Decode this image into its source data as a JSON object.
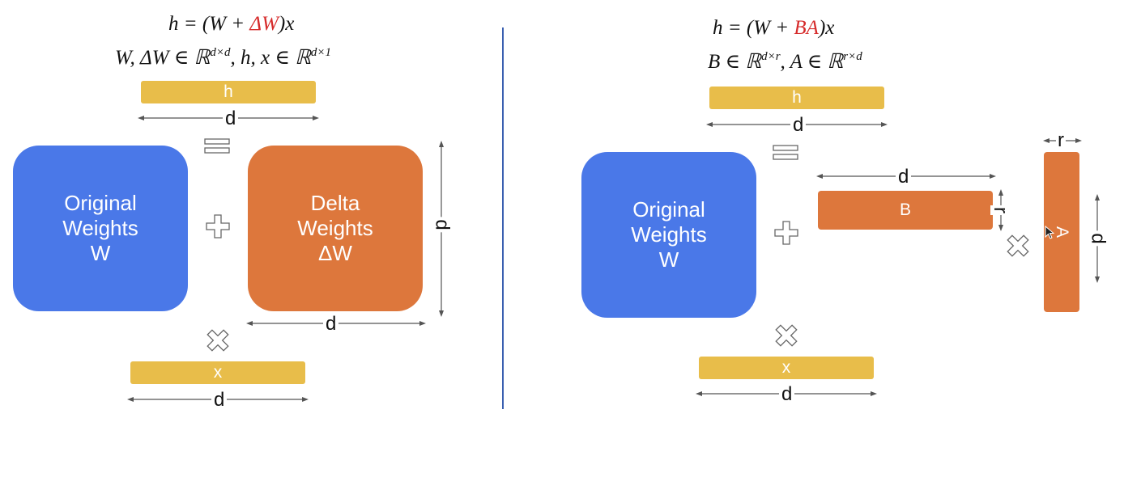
{
  "left": {
    "eq_prefix": "h = (W + ",
    "eq_highlight": "ΔW",
    "eq_suffix": ")x",
    "set_text": "W, ΔW ∈ ℝ",
    "set_sup1": "d×d",
    "set_mid": ", h, x ∈ ℝ",
    "set_sup2": "d×1",
    "h_label": "h",
    "h_dim": "d",
    "orig_line1": "Original",
    "orig_line2": "Weights",
    "orig_line3": "W",
    "delta_line1": "Delta",
    "delta_line2": "Weights",
    "delta_line3": "ΔW",
    "delta_dim_v": "d",
    "delta_dim_h": "d",
    "x_label": "x",
    "x_dim": "d"
  },
  "right": {
    "eq_prefix": "h = (W + ",
    "eq_highlight": "BA",
    "eq_suffix": ")x",
    "set_text": "B ∈ ℝ",
    "set_sup1": "d×r",
    "set_mid": ", A ∈ ℝ",
    "set_sup2": "r×d",
    "h_label": "h",
    "h_dim": "d",
    "orig_line1": "Original",
    "orig_line2": "Weights",
    "orig_line3": "W",
    "b_label": "B",
    "b_dim_h": "d",
    "b_dim_v": "r",
    "a_label": "A",
    "a_dim_h": "r",
    "a_dim_v": "d",
    "x_label": "x",
    "x_dim": "d"
  },
  "colors": {
    "weights_blue": "#4a78e8",
    "delta_orange": "#dd773c",
    "vector_yellow": "#e8bd4a",
    "divider_blue": "#3a5fb0",
    "highlight_red": "#d62b2b"
  }
}
